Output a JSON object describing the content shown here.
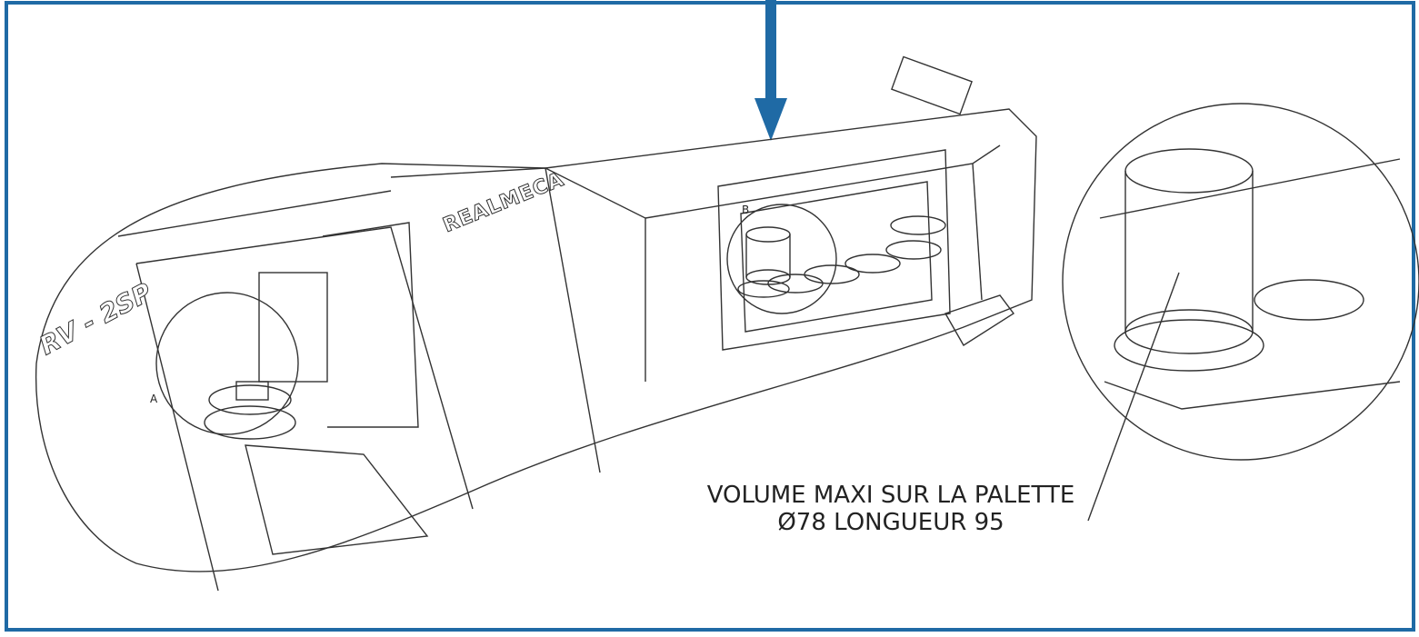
{
  "diagram": {
    "brand": "REALMECA",
    "model": "RV - 2SP",
    "callout_a": "A",
    "callout_b": "B",
    "note_line1": "VOLUME MAXI SUR LA PALETTE",
    "note_line2": "Ø78 LONGUEUR 95"
  },
  "colors": {
    "frame": "#1f6aa5",
    "arrow": "#1f6aa5",
    "line": "#333333"
  }
}
